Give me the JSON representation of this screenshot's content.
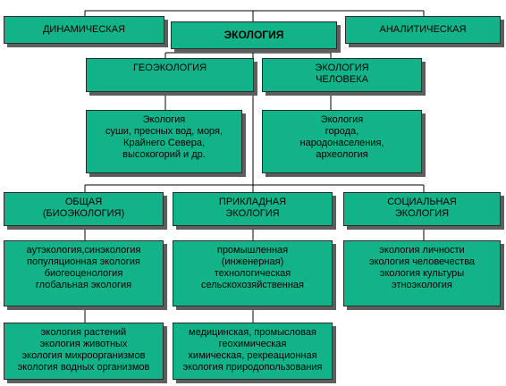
{
  "diagram": {
    "root": "ЭКОЛОГИЯ",
    "left_branch": "ДИНАМИЧЕСКАЯ",
    "right_branch": "АНАЛИТИЧЕСКАЯ",
    "geo": {
      "title": "ГЕОЭКОЛОГИЯ",
      "detail": "Экология\nсуши, пресных вод, моря,\nКрайнего Севера,\nвысокогорий и др."
    },
    "human": {
      "title": "ЭКОЛОГИЯ\nЧЕЛОВЕКА",
      "detail": "Экология\nгорода,\nнародонаселения,\nархеология"
    },
    "general": {
      "title": "ОБЩАЯ\n(БИОЭКОЛОГИЯ)",
      "detail": "аутэкология,синэкология\nпопуляционная экология\nбиогеоценология\nглобальная экология",
      "extra": "экология растений\nэкология животных\nэкология микроорганизмов\nэкология водных организмов"
    },
    "applied": {
      "title": "ПРИКЛАДНАЯ\nЭКОЛОГИЯ",
      "detail": "промышленная\n(инженерная)\nтехнологическая\nсельскохозяйственная",
      "extra": "медицинская, промысловая\nгеохимическая\nхимическая, рекреационная\nэкология природопользования"
    },
    "social": {
      "title": "СОЦИАЛЬНАЯ\nЭКОЛОГИЯ",
      "detail": "экология личности\nэкология человечества\nэкология культуры\nэтноэкология"
    }
  },
  "colors": {
    "box_fill": "#13b38a",
    "border": "#2a2a2a",
    "shadow": "#5e5e5e",
    "line": "#000000"
  }
}
